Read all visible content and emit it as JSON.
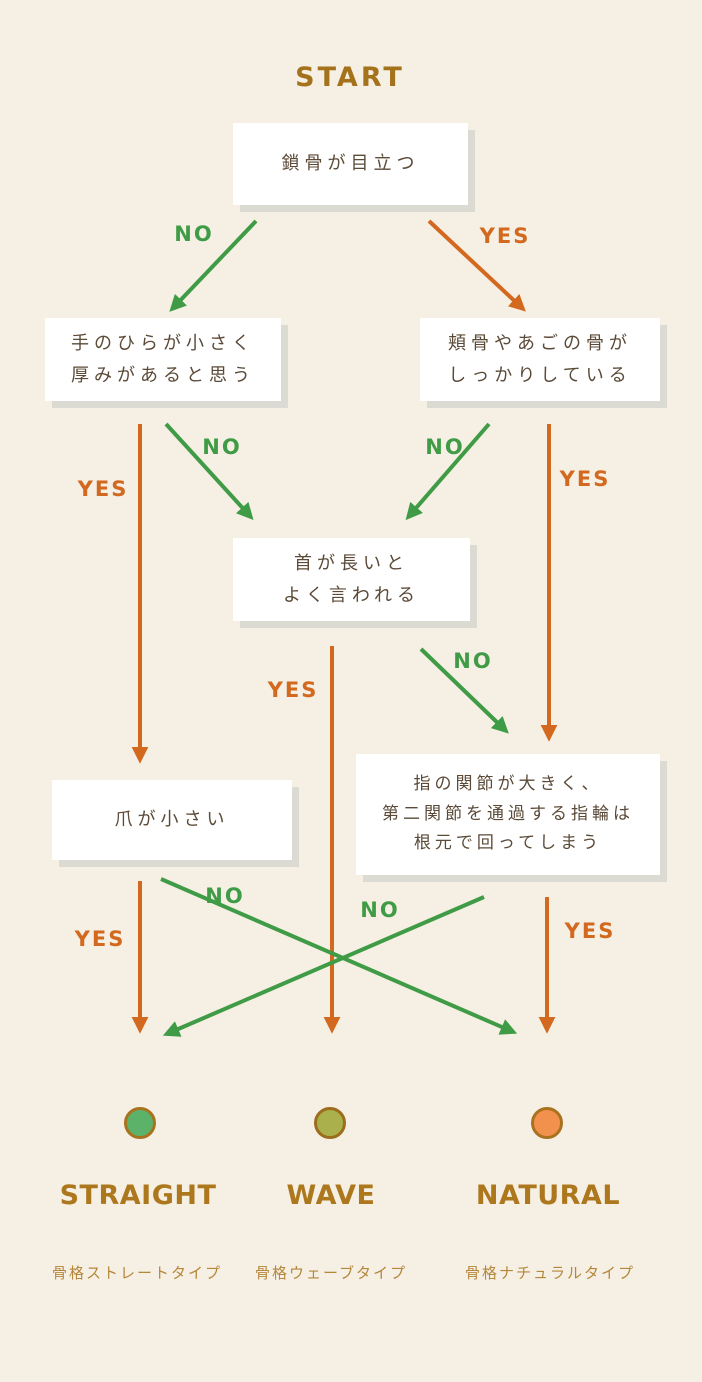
{
  "title": "START",
  "colors": {
    "background": "#f5efe4",
    "box_bg": "#ffffff",
    "box_shadow": "#dcdbd3",
    "box_text": "#5b4a38",
    "yes_orange": "#d2691e",
    "no_green": "#3f9b45",
    "start_brown": "#a5721c",
    "type_label_brown": "#ad781d",
    "subtitle_brown": "#b5873a"
  },
  "nodes": {
    "q1": {
      "line1": "鎖骨が目立つ"
    },
    "q2": {
      "line1": "手のひらが小さく",
      "line2": "厚みがあると思う"
    },
    "q3": {
      "line1": "頬骨やあごの骨が",
      "line2": "しっかりしている"
    },
    "q4": {
      "line1": "首が長いと",
      "line2": "よく言われる"
    },
    "q5": {
      "line1": "爪が小さい"
    },
    "q6": {
      "line1": "指の関節が大きく、",
      "line2": "第二関節を通過する指輪は",
      "line3": "根元で回ってしまう"
    }
  },
  "edges": [
    {
      "id": "q1-no",
      "label": "NO",
      "color": "green"
    },
    {
      "id": "q1-yes",
      "label": "YES",
      "color": "orange"
    },
    {
      "id": "q2-yes",
      "label": "YES",
      "color": "orange"
    },
    {
      "id": "q2-no",
      "label": "NO",
      "color": "green"
    },
    {
      "id": "q3-no",
      "label": "NO",
      "color": "green"
    },
    {
      "id": "q3-yes",
      "label": "YES",
      "color": "orange"
    },
    {
      "id": "q4-yes",
      "label": "YES",
      "color": "orange"
    },
    {
      "id": "q4-no",
      "label": "NO",
      "color": "green"
    },
    {
      "id": "q5-yes",
      "label": "YES",
      "color": "orange"
    },
    {
      "id": "q5-no",
      "label": "NO",
      "color": "green"
    },
    {
      "id": "q6-no",
      "label": "NO",
      "color": "green"
    },
    {
      "id": "q6-yes",
      "label": "YES",
      "color": "orange"
    }
  ],
  "results": [
    {
      "name": "STRAIGHT",
      "subtitle": "骨格ストレートタイプ",
      "dot_color": "#5cb269",
      "dot_border": "#a8721f"
    },
    {
      "name": "WAVE",
      "subtitle": "骨格ウェーブタイプ",
      "dot_color": "#a9b04c",
      "dot_border": "#9c6d1c"
    },
    {
      "name": "NATURAL",
      "subtitle": "骨格ナチュラルタイプ",
      "dot_color": "#f2914d",
      "dot_border": "#a8721f"
    }
  ]
}
